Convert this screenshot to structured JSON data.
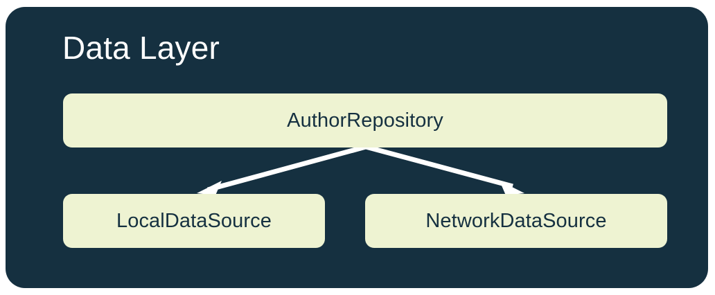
{
  "diagram": {
    "title": "Data Layer",
    "panel_color": "#153040",
    "node_color": "#EEF3D2",
    "node_text_color": "#153040",
    "title_color": "#ffffff",
    "arrow_color": "#ffffff",
    "nodes": [
      {
        "id": "repository",
        "label": "AuthorRepository"
      },
      {
        "id": "local",
        "label": "LocalDataSource"
      },
      {
        "id": "network",
        "label": "NetworkDataSource"
      }
    ],
    "edges": [
      {
        "from": "repository",
        "to": "local"
      },
      {
        "from": "repository",
        "to": "network"
      }
    ]
  }
}
